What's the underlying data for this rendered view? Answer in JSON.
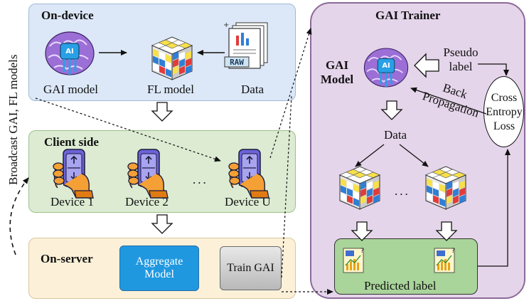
{
  "side_label": "Broadcast GAI, FL models",
  "on_device": {
    "title": "On-device",
    "gai_model_label": "GAI model",
    "fl_model_label": "FL model",
    "data_label": "Data",
    "ai_chip_text": "AI",
    "raw_doc_text": "RAW"
  },
  "client_side": {
    "title": "Client side",
    "devices": [
      "Device 1",
      "Device 2",
      "Device U"
    ],
    "ellipsis": "..."
  },
  "on_server": {
    "title": "On-server",
    "aggregate_label": "Aggregate Model",
    "train_gai_label": "Train GAI"
  },
  "gai_trainer": {
    "title": "GAI Trainer",
    "model_label": "GAI Model",
    "ai_chip_text": "AI",
    "pseudo_label": "Pseudo label",
    "backprop_label": "Back Propagation",
    "loss_label": "Cross Entropy Loss",
    "data_label": "Data",
    "ellipsis": "...",
    "predicted_label": "Predicted label"
  },
  "colors": {
    "on_device_bg": "#dce8f8",
    "client_side_bg": "#dcebd2",
    "on_server_bg": "#fcf1d8",
    "trainer_bg": "#e5d5ea",
    "trainer_border": "#8c6a99",
    "aggregate_button": "#1f98e0",
    "predicted_box": "#a9d49a",
    "phone_purple": "#6b63d8",
    "hand_orange": "#f5a035",
    "brain_purple": "#9b6fd6"
  },
  "icons": [
    "brain-ai-icon",
    "rubiks-cube-icon",
    "raw-document-icon",
    "phone-in-hand-icon",
    "bar-chart-icon"
  ]
}
